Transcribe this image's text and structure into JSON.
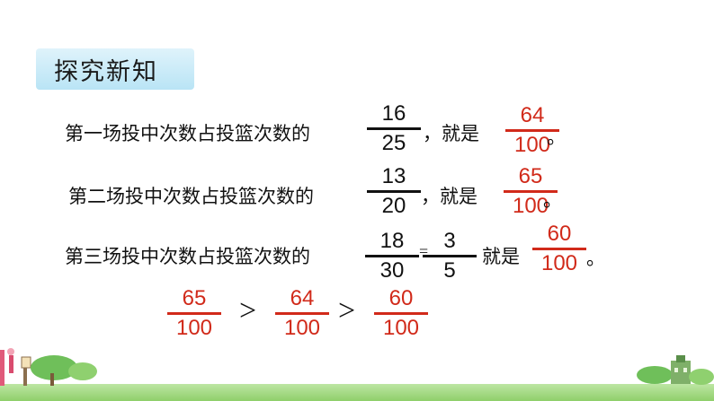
{
  "title": "探究新知",
  "lines": [
    {
      "text": "第一场投中次数占投篮次数的",
      "frac": {
        "num": "16",
        "den": "25"
      },
      "middle": "，就是",
      "answer": {
        "num": "64",
        "den": "100"
      },
      "end": "。"
    },
    {
      "text": "第二场投中次数占投篮次数的",
      "frac": {
        "num": "13",
        "den": "20"
      },
      "middle": "，就是",
      "answer": {
        "num": "65",
        "den": "100"
      },
      "end": "。"
    },
    {
      "text": "第三场投中次数占投篮次数的",
      "frac": {
        "num": "18",
        "den": "30"
      },
      "equals": "=",
      "frac2": {
        "num": "3",
        "den": "5"
      },
      "middle": "就是",
      "answer": {
        "num": "60",
        "den": "100"
      },
      "end": "。"
    }
  ],
  "comparison": {
    "fracs": [
      {
        "num": "65",
        "den": "100"
      },
      {
        "num": "64",
        "den": "100"
      },
      {
        "num": "60",
        "den": "100"
      }
    ],
    "symbols": [
      ">",
      ">"
    ]
  },
  "colors": {
    "accent": "#d12a1a",
    "title_bg": "#c8eaf7",
    "ground": "#9fd67b"
  }
}
